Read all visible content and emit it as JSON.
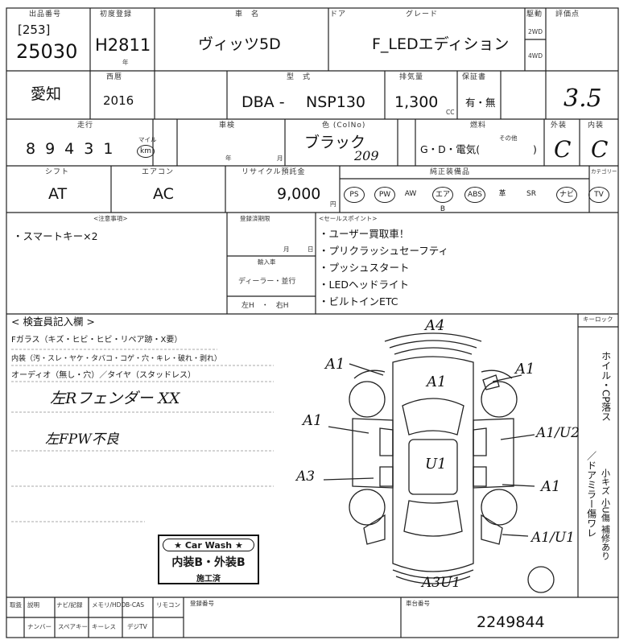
{
  "header": {
    "labels": {
      "lot": "出品番号",
      "first_reg": "初度登録",
      "model_name": "車　名",
      "doors": "ドア",
      "grade": "グレード",
      "drive": "駆動",
      "score": "評価点",
      "prefecture": "西暦",
      "year_label": "年",
      "month_label": "年月",
      "model_code": "型　式",
      "displacement": "排気量",
      "inspection": "保証書",
      "cc": "CC"
    },
    "lot_prefix": "[253]",
    "lot_number": "25030",
    "first_reg_value": "H2811",
    "car_name": "ヴィッツ5D",
    "grade_value": "F_LEDエディション",
    "drive_2wd": "2WD",
    "drive_4wd": "4WD",
    "location": "愛知",
    "year": "2016",
    "model_prefix": "DBA -",
    "model_code_value": "NSP130",
    "displacement_value": "1,300",
    "warranty": "有・無",
    "score_value": "3.5"
  },
  "row3": {
    "labels": {
      "mileage": "走行",
      "inspection": "車検",
      "color": "色 (ColNo)",
      "fuel": "燃料",
      "exterior": "外装",
      "interior": "内装"
    },
    "mileage_digits": "89431",
    "unit_mile": "マイル",
    "unit_km": "km",
    "year_mark": "年",
    "month_mark": "月",
    "color_value": "ブラック",
    "color_no": "209",
    "fuel_options": "G・D・電気(",
    "fuel_close": ")",
    "fuel_other": "その他",
    "exterior_grade": "C",
    "interior_grade": "C"
  },
  "row4": {
    "labels": {
      "shift": "シフト",
      "aircon": "エアコン",
      "recycle": "リサイクル預託金",
      "equipment": "純正装備品",
      "special": "カテゴリー"
    },
    "shift_value": "AT",
    "aircon_value": "AC",
    "recycle_value": "9,000",
    "yen": "円",
    "equipment": [
      "PS",
      "PW",
      "AW",
      "エアB",
      "ABS",
      "革",
      "SR",
      "ナビ",
      "TV"
    ]
  },
  "notes": {
    "labels": {
      "notable": "<注意事項>",
      "register": "登録済期限",
      "sales": "<セールスポイント>",
      "import_label": "輸入車",
      "dealer": "ディーラー・並行"
    },
    "notable_items": [
      "・スマートキー×2"
    ],
    "register_month": "月",
    "register_day": "日",
    "steering": "左H　・　右H",
    "sales_points": [
      "・ユーザー買取車！",
      "・プリクラッシュセーフティ",
      "・プッシュスタート",
      "・LEDヘッドライト",
      "・ビルトインETC"
    ]
  },
  "inspector": {
    "title": "< 検査員記入欄 >",
    "glass": "Fガラス（キズ・ヒビ・ヒビ・リペア跡・X要）",
    "interior_line": "内装（汚・スレ・ヤケ・タバコ・コゲ・穴・キレ・破れ・剥れ）",
    "audio_line": "オーディオ（無し・穴）／タイヤ（スタッドレス）",
    "hand1": "左Rフェンダー XX",
    "hand2": "左FPW不良",
    "keylock": "キーロック"
  },
  "carwash": {
    "head": "★ Car Wash ★",
    "body": "内装B・外装B",
    "done": "施工済"
  },
  "diagram_marks": [
    {
      "text": "A4"
    },
    {
      "text": "A1"
    },
    {
      "text": "A1"
    },
    {
      "text": "A1"
    },
    {
      "text": "A1"
    },
    {
      "text": "A1/U2"
    },
    {
      "text": "U1"
    },
    {
      "text": "A3"
    },
    {
      "text": "A1"
    },
    {
      "text": "A1/U1"
    },
    {
      "text": "A3U1"
    }
  ],
  "side_text": {
    "col1": "ホイル・CP落ス",
    "col2": "／ドアミラー傷ワレ",
    "col3": "小キズ 小U傷 補修あり"
  },
  "footer": {
    "labels": {
      "right_hand": "取扱",
      "navi": "ナビ/記録",
      "hdd": "メモリ/HDD",
      "bcas": "B-CAS",
      "remote": "リモコン",
      "reg_no": "登録番号",
      "chassis": "車台番号",
      "number": "ナンバー",
      "spare": "スペアキー",
      "keyless": "キーレス",
      "dtv": "デジTV",
      "manual": "説明"
    },
    "chassis_number": "2249844"
  }
}
